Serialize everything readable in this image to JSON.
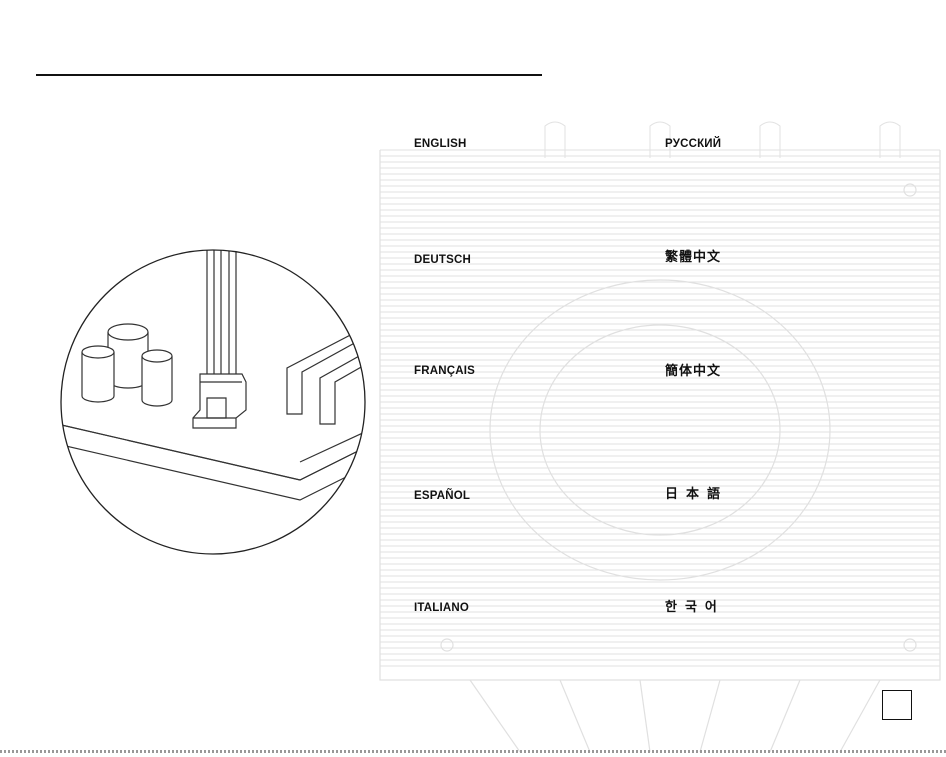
{
  "languages": {
    "left": [
      "ENGLISH",
      "DEUTSCH",
      "FRANÇAIS",
      "ESPAÑOL",
      "ITALIANO"
    ],
    "right": [
      "РУССКИЙ",
      "繁體中文",
      "簡体中文",
      "日本語",
      "한국어"
    ]
  },
  "illustration": {
    "subject": "fan-header-connector-on-motherboard",
    "line_color": "#333333",
    "background_art_color": "#e4e4e4"
  },
  "page_box": {
    "label": ""
  }
}
